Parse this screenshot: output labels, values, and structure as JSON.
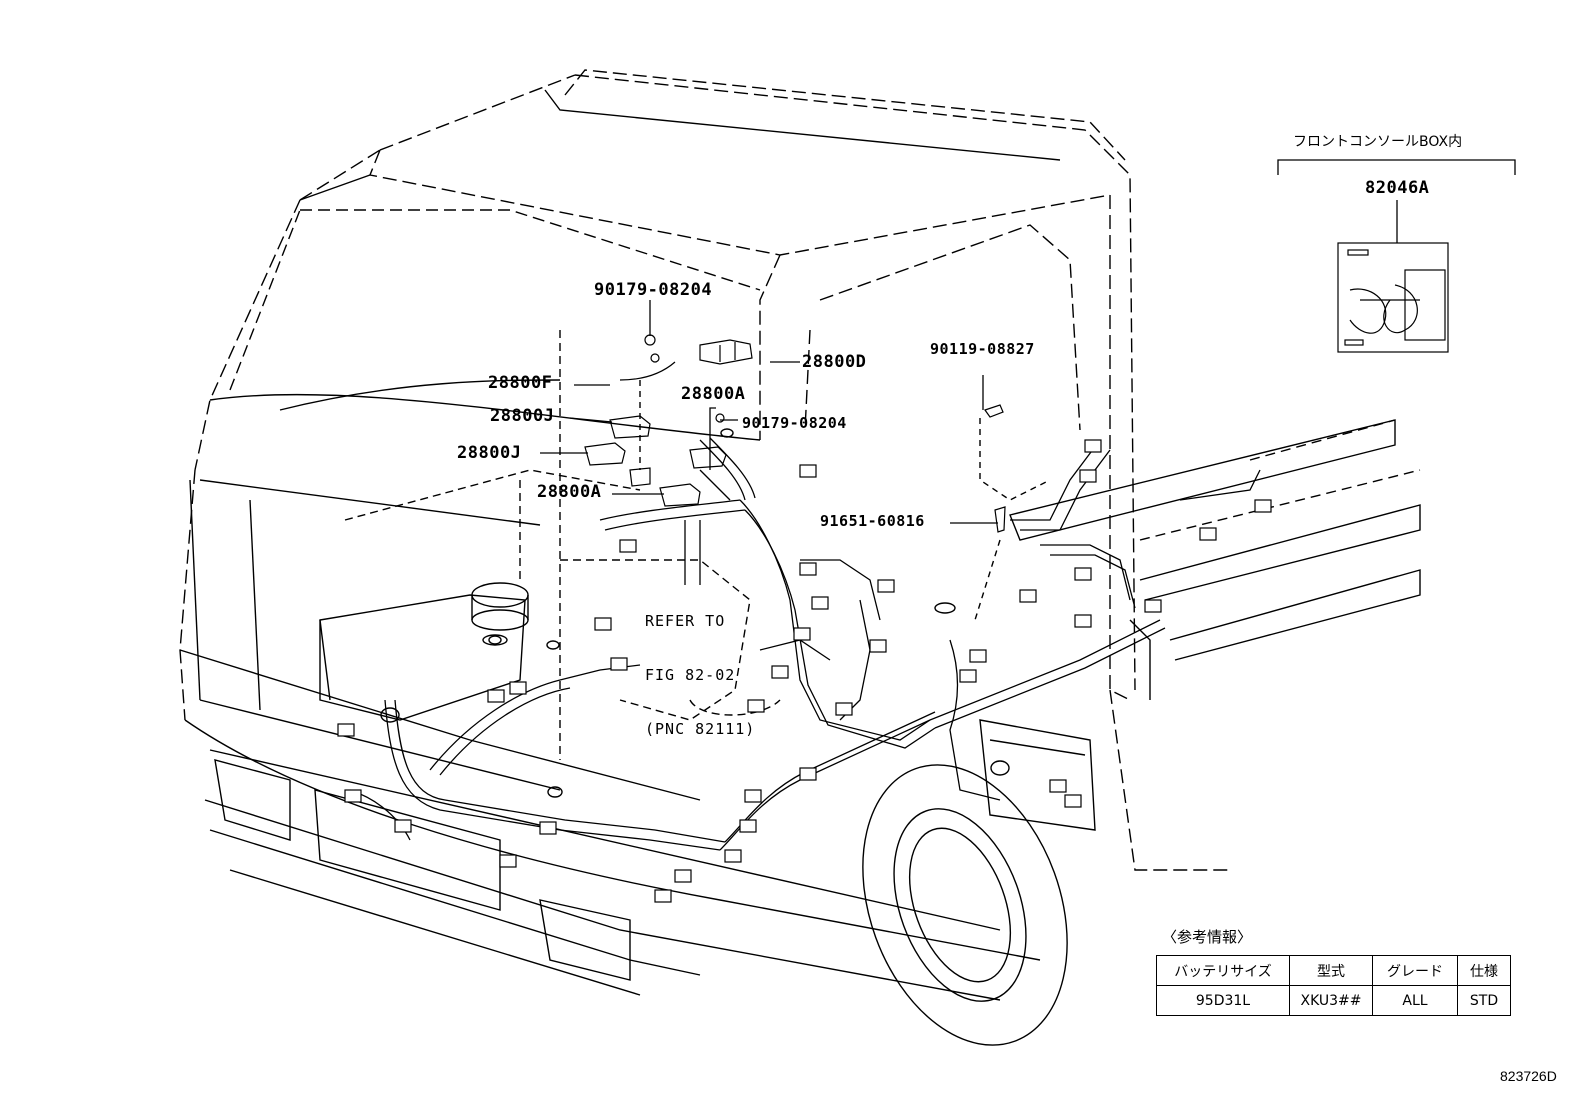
{
  "callouts": {
    "c28800F": "28800F",
    "c28800J_1": "28800J",
    "c28800J_2": "28800J",
    "c28800A_1": "28800A",
    "c28800A_2": "28800A",
    "c28800D": "28800D",
    "c90179_1": "90179-08204",
    "c90179_2": "90179-08204",
    "c90119": "90119-08827",
    "c91651": "91651-60816",
    "c82046A": "82046A"
  },
  "refer_note": {
    "line1": "REFER TO",
    "line2": "FIG 82-02",
    "line3": "(PNC 82111)"
  },
  "console_box_label": "フロントコンソールBOX内",
  "reference_info": {
    "title": "〈参考情報〉",
    "headers": [
      "バッテリサイズ",
      "型式",
      "グレード",
      "仕様"
    ],
    "values": [
      "95D31L",
      "XKU3##",
      "ALL",
      "STD"
    ]
  },
  "drawing_code": "823726D"
}
